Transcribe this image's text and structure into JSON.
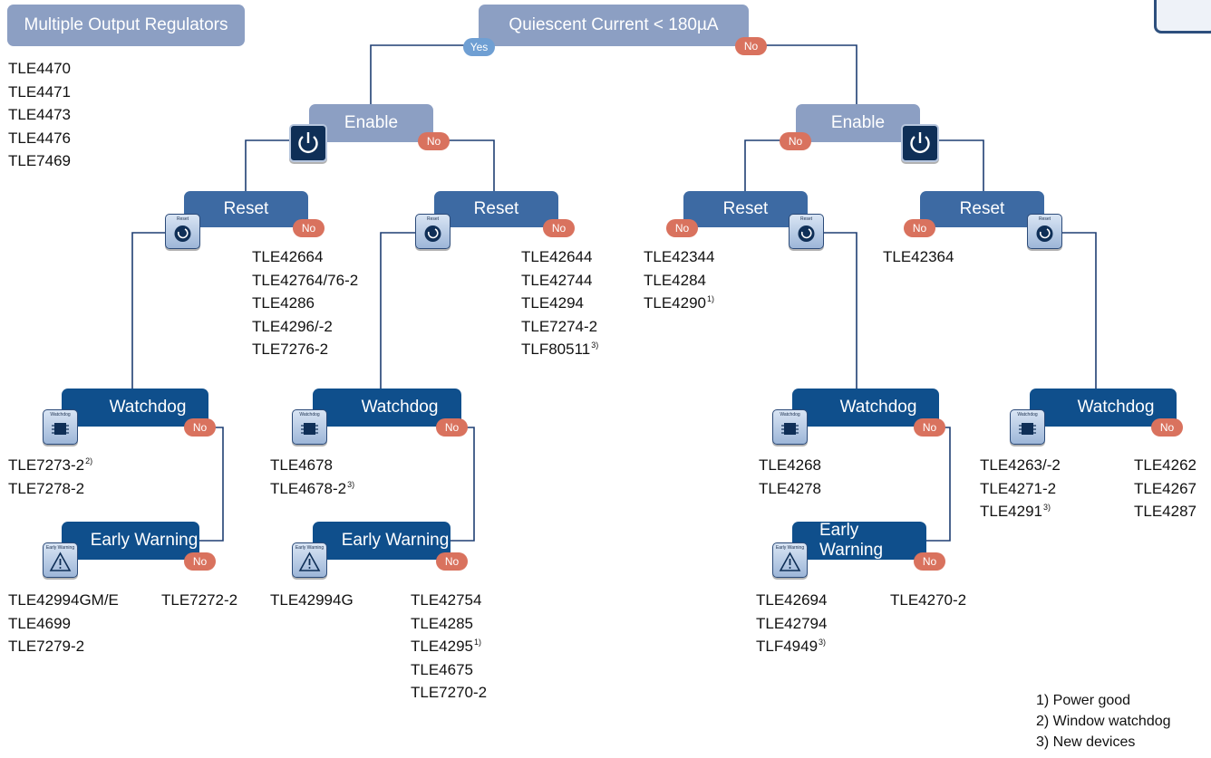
{
  "header": {
    "multi_output": "Multiple Output Regulators",
    "root": "Quiescent Current < 180µA",
    "yes": "Yes",
    "no": "No"
  },
  "multi_output_list": [
    "TLE4470",
    "TLE4471",
    "TLE4473",
    "TLE4476",
    "TLE7469"
  ],
  "labels": {
    "enable": "Enable",
    "reset": "Reset",
    "watchdog": "Watchdog",
    "early_warning": "Early Warning",
    "no": "No",
    "icon_reset": "Reset",
    "icon_watchdog": "Watchdog",
    "icon_early": "Early Warning"
  },
  "lists": {
    "l_reset_no": [
      "TLE42664",
      "TLE42764/76-2",
      "TLE4286",
      "TLE4296/-2",
      "TLE7276-2"
    ],
    "r_reset_no_left": [
      "TLE42644",
      "TLE42744",
      "TLE4294",
      "TLE7274-2",
      "TLF80511"
    ],
    "r_reset_no_left_sup": "3)",
    "rl_reset_list": [
      "TLE42344",
      "TLE4284",
      "TLE4290"
    ],
    "rl_reset_sup": "1)",
    "rr_reset_list": [
      "TLE42364"
    ],
    "wd1_yes": [
      "TLE7273-2",
      "TLE7278-2"
    ],
    "wd1_yes_sup": "2)",
    "wd2_yes": [
      "TLE4678",
      "TLE4678-2"
    ],
    "wd2_yes_sup": "3)",
    "wd3_yes": [
      "TLE4268",
      "TLE4278"
    ],
    "wd4_yes": [
      "TLE4263/-2",
      "TLE4271-2",
      "TLE4291"
    ],
    "wd4_yes_sup": "3)",
    "wd4_no": [
      "TLE4262",
      "TLE4267",
      "TLE4287"
    ],
    "ew1_yes": [
      "TLE42994GM/E",
      "TLE4699",
      "TLE7279-2"
    ],
    "ew1_no": [
      "TLE7272-2"
    ],
    "ew2_yes": [
      "TLE42994G"
    ],
    "ew2_no": [
      "TLE42754",
      "TLE4285",
      "TLE4295",
      "TLE4675",
      "TLE7270-2"
    ],
    "ew2_no_sup": "1)",
    "ew3_yes": [
      "TLE42694",
      "TLE42794",
      "TLF4949"
    ],
    "ew3_yes_sup": "3)",
    "ew3_no": [
      "TLE4270-2"
    ]
  },
  "footnotes": [
    "1) Power good",
    "2) Window watchdog",
    "3) New devices"
  ],
  "colors": {
    "light_box": "#8c9fc3",
    "mid_box": "#3d6aa3",
    "dark_box": "#0f4f8c",
    "no_pill": "#d9725e",
    "yes_pill": "#6f9fd3",
    "line": "#1f3f73"
  }
}
